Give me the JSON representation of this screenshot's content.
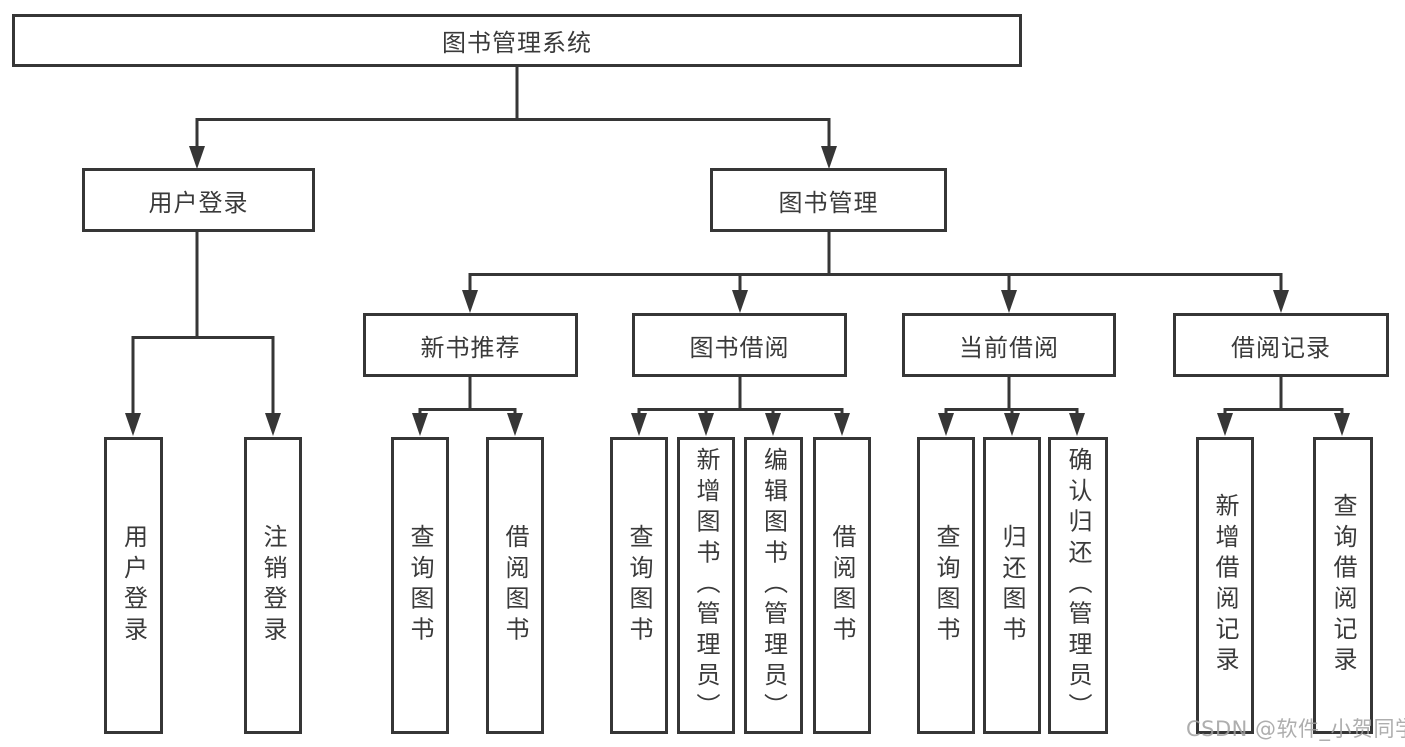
{
  "colors": {
    "line": "#363636",
    "box_border": "#363636",
    "text": "#3a3a3a",
    "background": "#ffffff",
    "watermark": "#a0a0a0"
  },
  "diagram": {
    "root": {
      "label": "图书管理系统"
    },
    "level2": [
      {
        "id": "user-login",
        "label": "用户登录"
      },
      {
        "id": "book-management",
        "label": "图书管理"
      }
    ],
    "level3": [
      {
        "id": "new-book-recommend",
        "parent": "图书管理",
        "label": "新书推荐"
      },
      {
        "id": "book-borrowing",
        "parent": "图书管理",
        "label": "图书借阅"
      },
      {
        "id": "current-borrowing",
        "parent": "图书管理",
        "label": "当前借阅"
      },
      {
        "id": "borrowing-records",
        "parent": "图书管理",
        "label": "借阅记录"
      }
    ],
    "leaves": [
      {
        "parent": "用户登录",
        "label": "用户登录"
      },
      {
        "parent": "用户登录",
        "label": "注销登录"
      },
      {
        "parent": "新书推荐",
        "label": "查询图书"
      },
      {
        "parent": "新书推荐",
        "label": "借阅图书"
      },
      {
        "parent": "图书借阅",
        "label": "查询图书"
      },
      {
        "parent": "图书借阅",
        "label": "新增图书（管理员）"
      },
      {
        "parent": "图书借阅",
        "label": "编辑图书（管理员）"
      },
      {
        "parent": "图书借阅",
        "label": "借阅图书"
      },
      {
        "parent": "当前借阅",
        "label": "查询图书"
      },
      {
        "parent": "当前借阅",
        "label": "归还图书"
      },
      {
        "parent": "当前借阅",
        "label": "确认归还（管理员）"
      },
      {
        "parent": "借阅记录",
        "label": "新增借阅记录"
      },
      {
        "parent": "借阅记录",
        "label": "查询借阅记录"
      }
    ]
  },
  "watermark": {
    "text": "CSDN @软件_小贺同学"
  }
}
